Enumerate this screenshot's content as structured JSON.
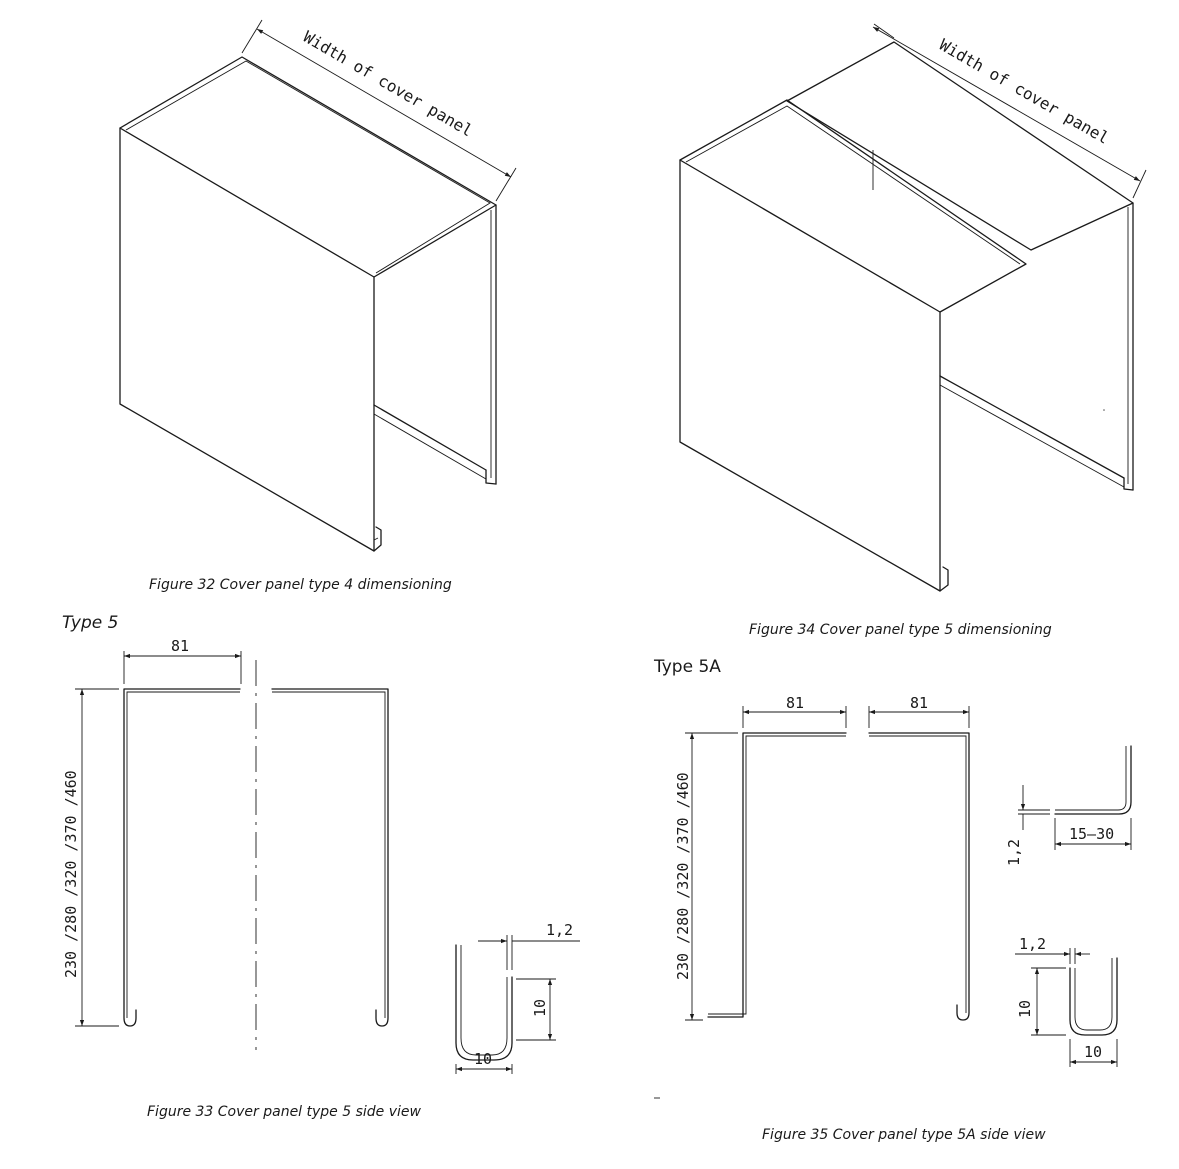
{
  "figures": {
    "fig32": {
      "caption": "Figure 32 Cover panel type 4 dimensioning",
      "width_label": "Width of cover panel"
    },
    "fig34": {
      "caption": "Figure 34 Cover panel type 5 dimensioning",
      "width_label": "Width of cover panel"
    },
    "fig33": {
      "heading": "Type 5",
      "caption": "Figure 33 Cover panel type 5 side view",
      "top_flange": "81",
      "heights": "230  /280  /320  /370  /460",
      "thickness": "1,2",
      "hook_height": "10",
      "hook_width": "10"
    },
    "fig35": {
      "heading": "Type 5A",
      "caption": "Figure 35 Cover panel type 5A side view",
      "top_flange_left": "81",
      "top_flange_right": "81",
      "heights": "230  /280  /320  /370  /460",
      "thickness_top": "1,2",
      "lip_length": "15–30",
      "thickness_bottom": "1,2",
      "hook_height": "10",
      "hook_width": "10"
    }
  }
}
